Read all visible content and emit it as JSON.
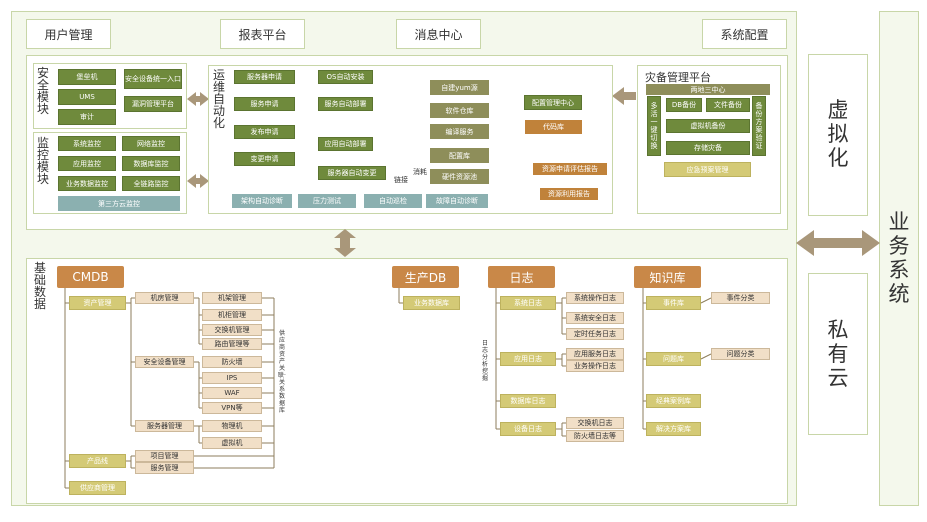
{
  "header": {
    "tabs": [
      "用户管理",
      "报表平台",
      "消息中心",
      "系统配置"
    ]
  },
  "security": {
    "title": "安全模块",
    "items": [
      "堡垒机",
      "安全设备统一入口",
      "UMS",
      "漏洞管理平台",
      "审计"
    ]
  },
  "monitor": {
    "title": "监控模块",
    "items": [
      "系统监控",
      "网络监控",
      "应用监控",
      "数据库监控",
      "业务数据监控",
      "全链路监控",
      "第三方云监控"
    ]
  },
  "ops": {
    "title": "运维自动化",
    "flow": [
      "服务器申请",
      "服务申请",
      "发布申请",
      "变更申请"
    ],
    "mid": [
      "OS自动安装",
      "服务自动部署",
      "应用自动部署",
      "服务器自动变更"
    ],
    "right": [
      "自建yum源",
      "软件仓库",
      "编译服务",
      "配置库",
      "硬件资源池"
    ],
    "config_center": "配置管理中心",
    "code_repo": "代码库",
    "res_apply": "资源申请评估报告",
    "res_usage": "资源利用报告",
    "link_a": "链接",
    "link_b": "消耗",
    "bottom": [
      "架构自动诊断",
      "压力测试",
      "自动巡检",
      "故障自动诊断"
    ]
  },
  "backup": {
    "title": "灾备管理平台",
    "dc": "两地三中心",
    "left_v": "多活一键切换",
    "right_v": "备份方案验证",
    "items": [
      "DB备份",
      "文件备份",
      "虚拟机备份",
      "存储灾备",
      "应急预案管理"
    ]
  },
  "side": {
    "virtual": "虚拟化",
    "private_cloud": "私有云",
    "business": "业务系统"
  },
  "base": {
    "title": "基础数据",
    "cmdb": {
      "title": "CMDB",
      "l1": [
        "资产管理",
        "产品线",
        "供应商管理"
      ],
      "l2": [
        "机房管理",
        "安全设备管理",
        "服务器管理",
        "项目管理",
        "服务管理"
      ],
      "l3": [
        "机架管理",
        "机柜管理",
        "交换机管理",
        "路由管理等",
        "防火墙",
        "IPS",
        "WAF",
        "VPN等",
        "物理机",
        "虚拟机"
      ],
      "note": "供应商资产关联·关系数据库"
    },
    "prod_db": {
      "title": "生产DB",
      "items": [
        "业务数据库"
      ]
    },
    "logs": {
      "title": "日志",
      "side": "日志分析挖掘",
      "l1": [
        "系统日志",
        "应用日志",
        "数据库日志",
        "设备日志"
      ],
      "l2": [
        "系统操作日志",
        "系统安全日志",
        "定时任务日志",
        "应用服务日志",
        "业务操作日志",
        "交换机日志",
        "防火墙日志等"
      ]
    },
    "kb": {
      "title": "知识库",
      "l1": [
        "事件库",
        "问题库",
        "经典案例库",
        "解决方案库"
      ],
      "l2": [
        "事件分类",
        "问题分类"
      ]
    }
  }
}
